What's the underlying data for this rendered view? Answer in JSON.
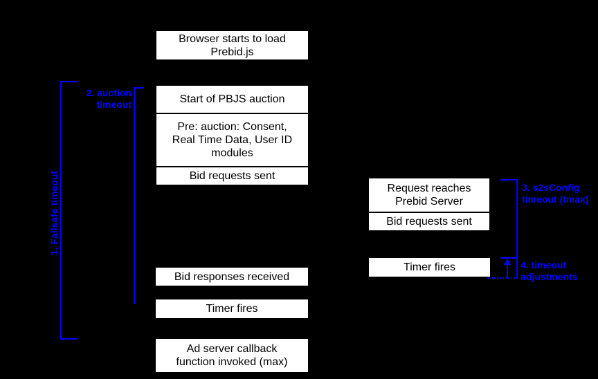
{
  "colors": {
    "bg": "#000000",
    "box-bg": "#ffffff",
    "box-text": "#000000",
    "accent": "#0000ff"
  },
  "client_column": {
    "browser_load": "Browser starts to load Prebid.js",
    "auction_group": {
      "start_auction": "Start of PBJS auction",
      "pre_auction": "Pre: auction: Consent, Real Time Data, User ID modules",
      "bid_requests_sent": "Bid requests sent"
    },
    "bid_responses_received": "Bid responses received",
    "timer_fires": "Timer fires",
    "ad_server_callback": "Ad server callback function invoked (max)"
  },
  "server_column": {
    "server_group": {
      "request_reaches": "Request reaches Prebid Server",
      "bid_requests_sent": "Bid requests sent"
    },
    "timer_fires": "Timer fires"
  },
  "annotations": {
    "failsafe": "1. Failsafe timeout",
    "auction": "2. auction timeout",
    "s2s_config": "3. s2sConfig timeout (tmax)",
    "adjustments": "4. timeout adjustments"
  }
}
